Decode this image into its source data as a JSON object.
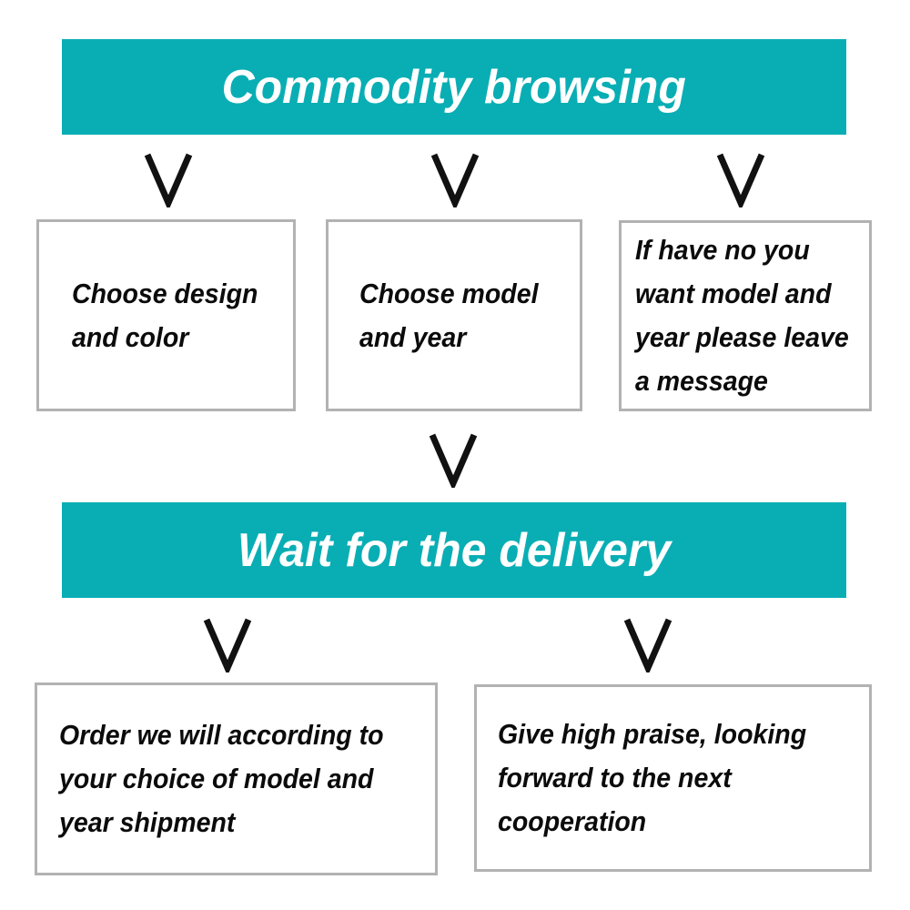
{
  "colors": {
    "banner_bg": "#09AEB4",
    "banner_text": "#FFFFFF",
    "box_border": "#B2B2B2",
    "box_text": "#0B0B0B",
    "arrow": "#111111"
  },
  "flow": {
    "banner1": {
      "label": "Commodity browsing"
    },
    "row1_boxes": [
      {
        "text": "Choose design\nand color"
      },
      {
        "text": "Choose model\nand year"
      },
      {
        "text": "If have no you\nwant model and\nyear please leave\na message"
      }
    ],
    "banner2": {
      "label": "Wait for the delivery"
    },
    "row2_boxes": [
      {
        "text": "Order we will according to\nyour choice of model and\nyear shipment"
      },
      {
        "text": "Give high praise, looking\nforward to the next\ncooperation"
      }
    ]
  }
}
